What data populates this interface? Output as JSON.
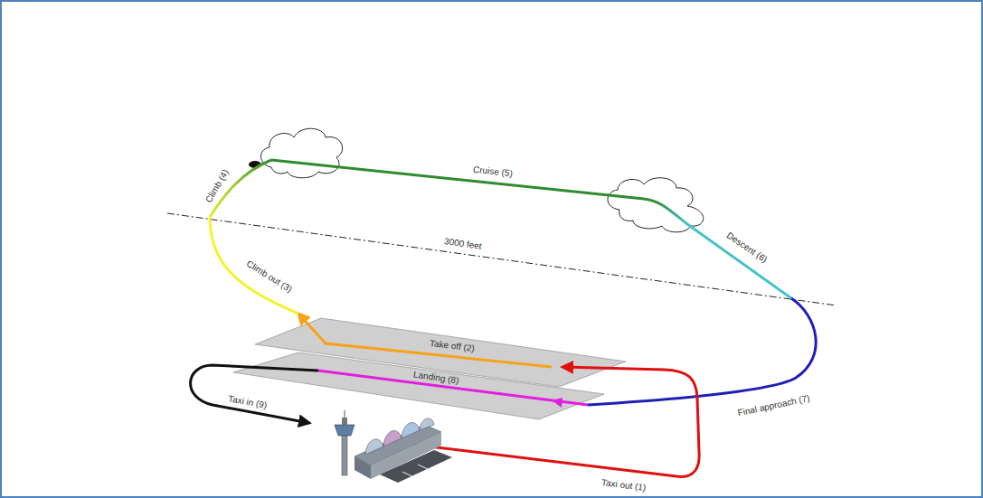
{
  "diagram": {
    "labels": [
      "Cruise (5)",
      "Climb (4)",
      "3000 feet",
      "Descent (6)",
      "Climb out (3)",
      "Take off (2)",
      "Landing (8)",
      "Taxi in (9)",
      "Final approach (7)",
      "Taxi out (1)"
    ]
  }
}
